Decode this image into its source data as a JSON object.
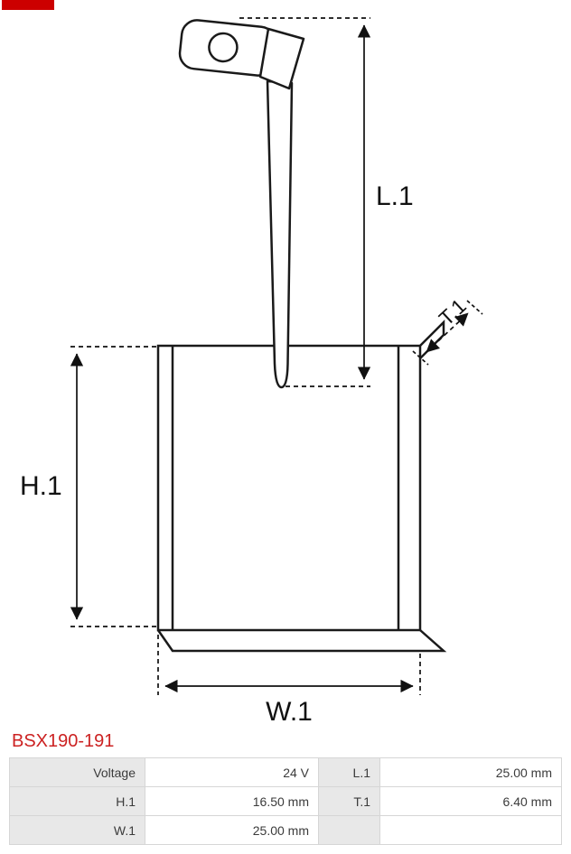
{
  "part_number": "BSX190-191",
  "colors": {
    "brand_red": "#cc0000",
    "part_number_red": "#cc2222",
    "table_label_bg": "#e8e8e8"
  },
  "diagram": {
    "labels": {
      "l1": "L.1",
      "h1": "H.1",
      "w1": "W.1",
      "t1": "T.1"
    }
  },
  "spec_table": {
    "rows": [
      {
        "label1": "Voltage",
        "value1": "24 V",
        "label2": "L.1",
        "value2": "25.00 mm"
      },
      {
        "label1": "H.1",
        "value1": "16.50 mm",
        "label2": "T.1",
        "value2": "6.40 mm"
      },
      {
        "label1": "W.1",
        "value1": "25.00 mm",
        "label2": "",
        "value2": ""
      }
    ]
  }
}
